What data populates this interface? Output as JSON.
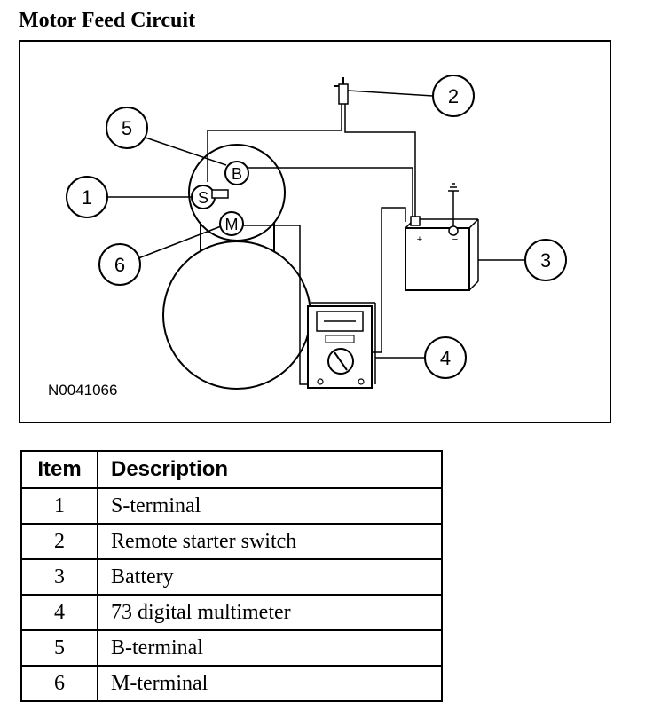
{
  "title": "Motor Feed Circuit",
  "figure": {
    "id_label": "N0041066",
    "callouts": [
      "1",
      "2",
      "3",
      "4",
      "5",
      "6"
    ],
    "terminal_labels": {
      "b": "B",
      "s": "S",
      "m": "M"
    },
    "battery_labels": {
      "positive": "+",
      "negative": "−"
    }
  },
  "legend": {
    "headers": {
      "item": "Item",
      "description": "Description"
    },
    "rows": [
      {
        "item": "1",
        "description": "S-terminal"
      },
      {
        "item": "2",
        "description": "Remote starter switch"
      },
      {
        "item": "3",
        "description": "Battery"
      },
      {
        "item": "4",
        "description": "73 digital multimeter"
      },
      {
        "item": "5",
        "description": "B-terminal"
      },
      {
        "item": "6",
        "description": "M-terminal"
      }
    ]
  }
}
